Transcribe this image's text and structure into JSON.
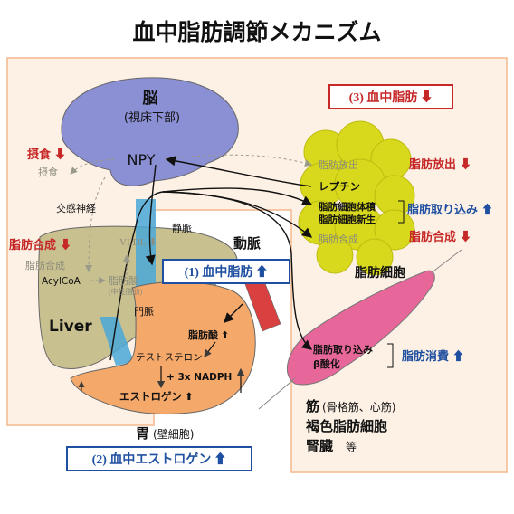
{
  "title": "血中脂肪調節メカニズム",
  "colors": {
    "panel_bg": "#fdf1e6",
    "panel_border": "#f3b98c",
    "brain": "#8b8fd4",
    "liver": "#c9c090",
    "adipose": "#d8d81c",
    "muscle": "#e8679a",
    "stomach": "#f4a86a",
    "artery": "#d94040",
    "vein": "#4aa8d8",
    "up_red": "#c62828",
    "up_blue": "#1f4fa0"
  },
  "brain": {
    "name": "脳",
    "sub": "(視床下部)",
    "npy": "NPY"
  },
  "left": {
    "feeding_up": "摂食",
    "feeding": "摂食",
    "sympathetic": "交感神経",
    "lipogenesis_down": "脂肪合成",
    "lipogenesis": "脂肪合成",
    "acylcoa": "AcylCoA",
    "vldl": "VLDL",
    "fatty_acid": "脂肪酸",
    "neutral_fat": "(中性脂肪)",
    "liver": "Liver"
  },
  "vessels": {
    "vein": "静脈",
    "artery": "動脈",
    "portal": "門脈"
  },
  "callouts": {
    "c1": "(1) 血中脂肪",
    "c2": "(2) 血中エストロゲン",
    "c3": "(3) 血中脂肪"
  },
  "adipose": {
    "release": "脂肪放出",
    "leptin": "レプチン",
    "accumulation": "脂肪細胞体積",
    "neogenesis": "脂肪細胞新生",
    "synthesis": "脂肪合成",
    "name": "脂肪細胞",
    "release_label": "脂肪放出",
    "uptake_label": "脂肪取り込み",
    "synthesis_label": "脂肪合成"
  },
  "stomach": {
    "fatty_acid": "脂肪酸",
    "testosterone": "テストステロン",
    "nadph": "+ 3x NADPH",
    "estrogen": "エストロゲン",
    "name": "胃",
    "sub": "(壁細胞)"
  },
  "muscle": {
    "uptake": "脂肪取り込み",
    "beta_ox": "β酸化",
    "consumption": "脂肪消費",
    "line1_main": "筋",
    "line1_sub": "(骨格筋、心筋)",
    "line2": "褐色脂肪細胞",
    "line3_main": "腎臓",
    "line3_sub": "等"
  },
  "arrows": {
    "up": "⬆",
    "down": "⬇"
  }
}
